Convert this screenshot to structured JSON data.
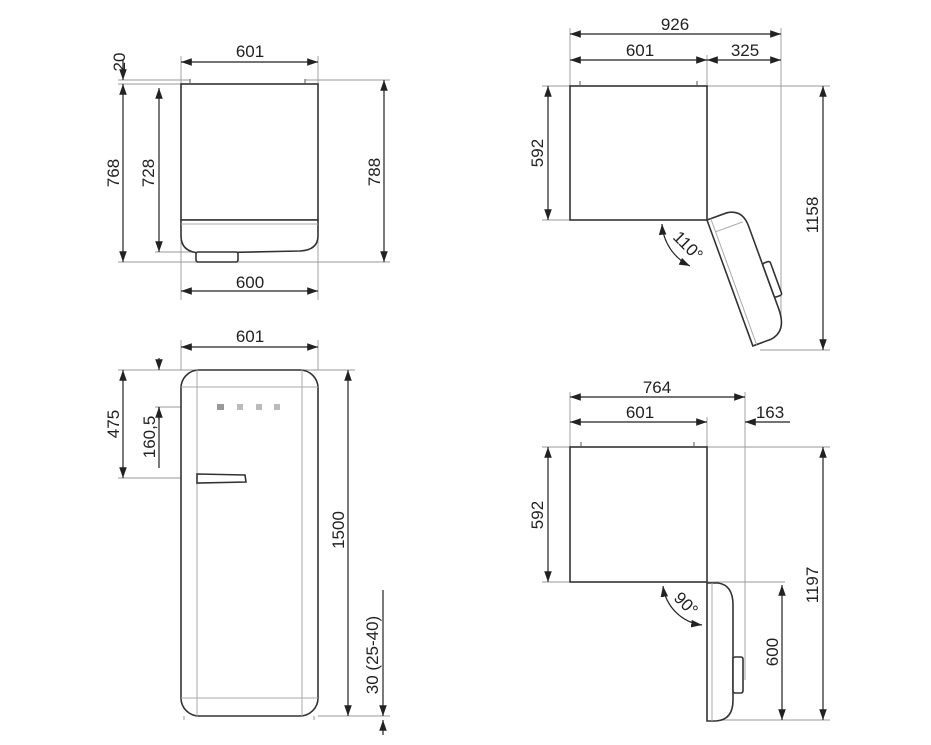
{
  "views": {
    "top_view_closed": {
      "width_top": "601",
      "top_offset": "20",
      "depth_body": "768",
      "depth_inner": "728",
      "depth_total": "788",
      "width_bottom": "600"
    },
    "top_view_open_110": {
      "total_width": "926",
      "body_width": "601",
      "door_extra": "325",
      "body_depth": "592",
      "total_depth": "1158",
      "angle": "110°"
    },
    "front_view": {
      "width": "601",
      "handle_from_top": "475",
      "logo_from_top": "160,5",
      "height": "1500",
      "feet": "30 (25-40)"
    },
    "top_view_open_90": {
      "total_width": "764",
      "body_width": "601",
      "door_extra": "163",
      "body_depth": "592",
      "door_depth": "600",
      "total_depth": "1197",
      "angle": "90°"
    }
  }
}
